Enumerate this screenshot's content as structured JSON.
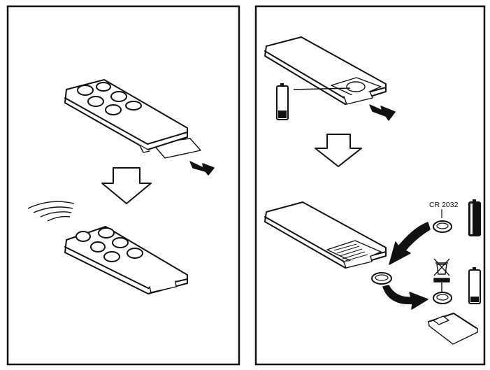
{
  "panels": [
    {
      "id": "left",
      "description_text": ""
    },
    {
      "id": "right",
      "description_text": ""
    }
  ],
  "battery_label": "CR 2032"
}
